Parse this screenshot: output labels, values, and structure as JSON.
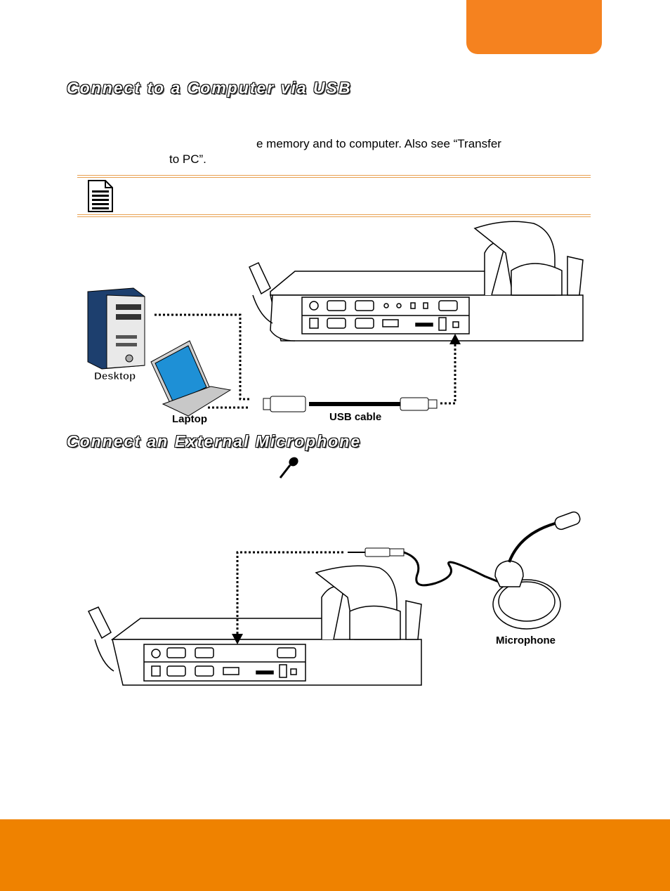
{
  "header": {
    "tab_color": "#f5821f"
  },
  "section_usb": {
    "title": "Connect to a Computer via USB",
    "text_line1": "e memory and to computer. Also see “Transfer",
    "text_line2": "to PC”."
  },
  "note": {
    "icon": "document-note-icon"
  },
  "usb_diagram": {
    "desktop_label": "Desktop",
    "laptop_label": "Laptop",
    "cable_label": "USB cable"
  },
  "section_mic": {
    "title": "Connect an External Microphone",
    "icon": "microphone-icon"
  },
  "mic_diagram": {
    "microphone_label": "Microphone"
  },
  "footer": {
    "bar_color": "#ef8200"
  }
}
